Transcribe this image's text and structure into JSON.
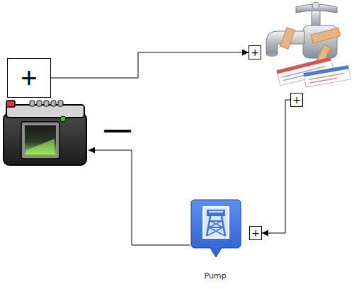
{
  "diagram": {
    "nodes": [
      {
        "text": [
          "+"
        ]
      },
      {
        "text": [
          "+"
        ]
      },
      {
        "text": [
          "+"
        ]
      },
      {
        "text": [
          "—"
        ]
      },
      {
        "text": [
          "+"
        ]
      },
      {
        "text": [
          "Pump"
        ]
      }
    ],
    "edges": [
      {
        "from": 0,
        "to": 1,
        "arrow": "to"
      },
      {
        "from": 2,
        "to": 4,
        "arrow": "to"
      },
      {
        "from": 5,
        "to": 3,
        "arrow": "to"
      }
    ]
  }
}
